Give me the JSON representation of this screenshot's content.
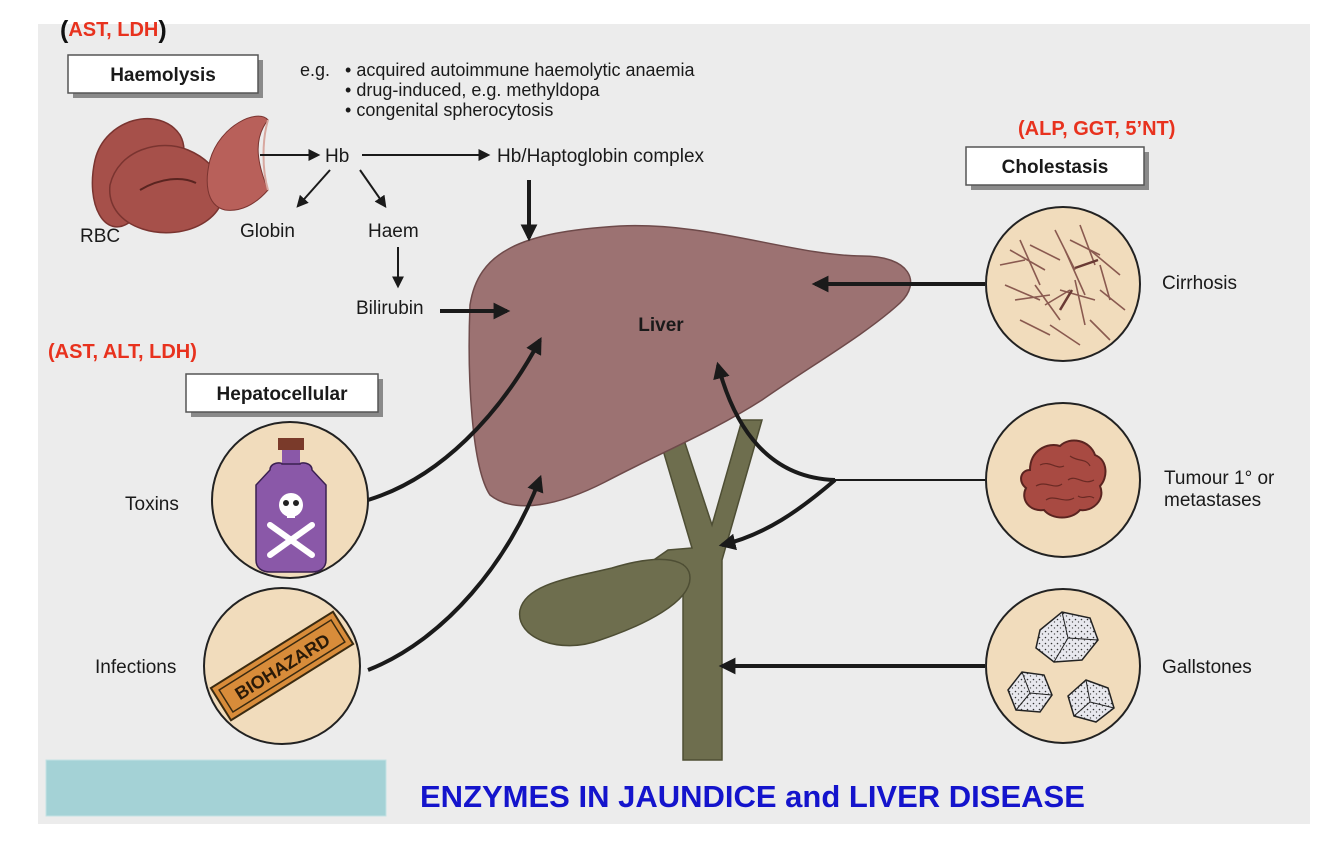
{
  "colors": {
    "enzyme_red": "#e8321e",
    "caption_blue": "#1414cc",
    "liver": "#9c7272",
    "biliary": "#6e6e4e",
    "rbc": "#a6504a",
    "circle_fill": "#f1dcbc",
    "page_bg": "#ececec"
  },
  "haemolysis": {
    "enzymes_open": "(",
    "enzymes": "AST, LDH",
    "enzymes_close": ")",
    "title": "Haemolysis",
    "eg": "e.g.",
    "examples": [
      "acquired autoimmune haemolytic anaemia",
      "drug-induced, e.g. methyldopa",
      "congenital spherocytosis"
    ],
    "rbc_label": "RBC",
    "hb": "Hb",
    "complex": "Hb/Haptoglobin complex",
    "globin": "Globin",
    "haem": "Haem",
    "bilirubin": "Bilirubin"
  },
  "hepatocellular": {
    "enzymes": "(AST, ALT, LDH)",
    "title": "Hepatocellular",
    "toxins": "Toxins",
    "infections": "Infections",
    "biohazard": "BIOHAZARD",
    "toxin_icon": "poison-bottle-icon",
    "infection_icon": "biohazard-sign-icon"
  },
  "cholestasis": {
    "enzymes": "(ALP, GGT, 5’NT)",
    "title": "Cholestasis",
    "cirrhosis": "Cirrhosis",
    "tumour_line1": "Tumour 1° or",
    "tumour_line2": "metastases",
    "gallstones": "Gallstones"
  },
  "liver": {
    "label": "Liver"
  },
  "caption": "ENZYMES IN JAUNDICE and LIVER DISEASE"
}
